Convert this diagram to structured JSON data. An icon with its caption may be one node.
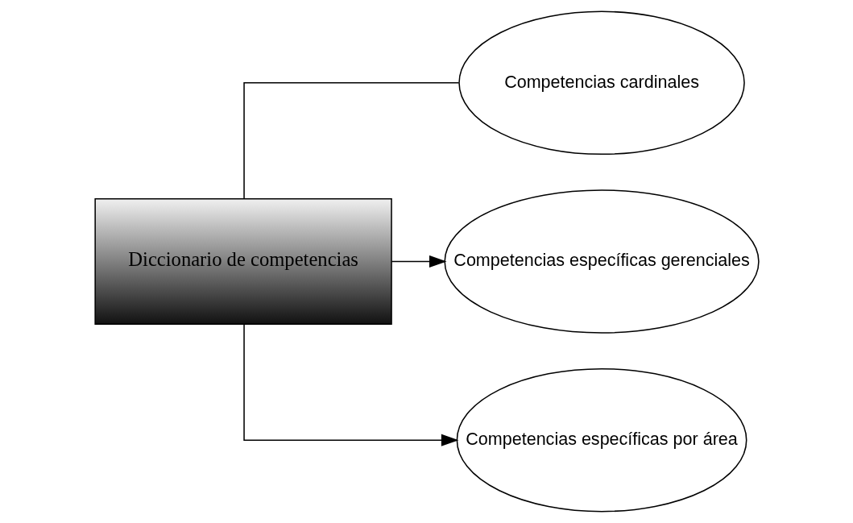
{
  "diagram": {
    "nodes": [
      {
        "text": [
          "Diccionario de competencias"
        ]
      },
      {
        "text": [
          "Competencias cardinales"
        ]
      },
      {
        "text": [
          "Competencias específicas gerenciales"
        ]
      },
      {
        "text": [
          "Competencias específicas por área"
        ]
      }
    ],
    "edges": [
      {
        "from": 0,
        "to": 1,
        "arrow": "none"
      },
      {
        "from": 0,
        "to": 2,
        "arrow": "to"
      },
      {
        "from": 0,
        "to": 3,
        "arrow": "to"
      }
    ]
  }
}
